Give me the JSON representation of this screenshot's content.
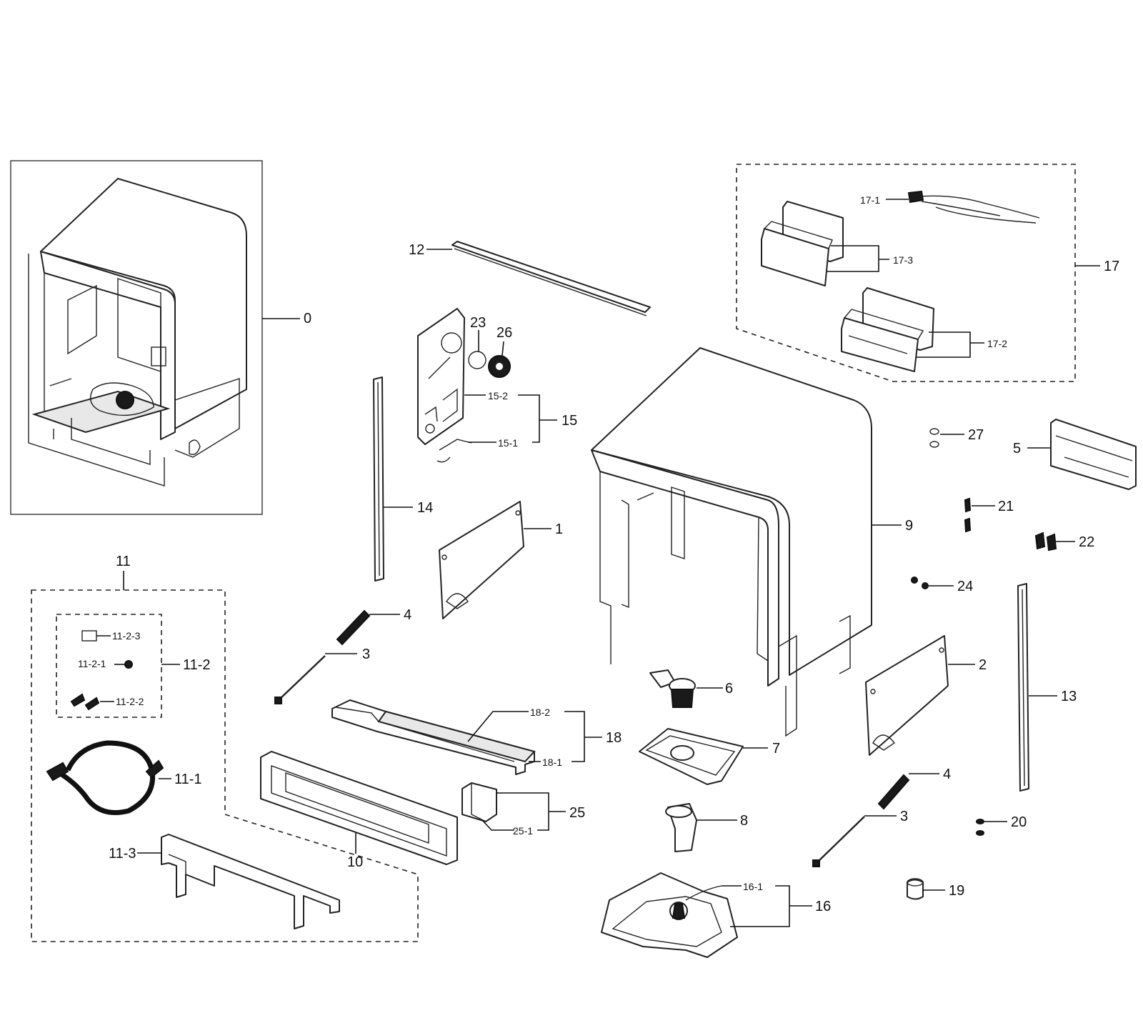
{
  "labels": {
    "l0": "0",
    "l1": "1",
    "l2": "2",
    "l3a": "3",
    "l3b": "3",
    "l4a": "4",
    "l4b": "4",
    "l5": "5",
    "l6": "6",
    "l7": "7",
    "l8": "8",
    "l9": "9",
    "l10": "10",
    "l11": "11",
    "l11_1": "11-1",
    "l11_2": "11-2",
    "l11_2_1": "11-2-1",
    "l11_2_2": "11-2-2",
    "l11_2_3": "11-2-3",
    "l11_3": "11-3",
    "l12": "12",
    "l13": "13",
    "l14": "14",
    "l15": "15",
    "l15_1": "15-1",
    "l15_2": "15-2",
    "l16": "16",
    "l16_1": "16-1",
    "l17": "17",
    "l17_1": "17-1",
    "l17_2": "17-2",
    "l17_3": "17-3",
    "l18": "18",
    "l18_1": "18-1",
    "l18_2": "18-2",
    "l19": "19",
    "l20": "20",
    "l21": "21",
    "l22": "22",
    "l23": "23",
    "l24": "24",
    "l25": "25",
    "l25_1": "25-1",
    "l26": "26",
    "l27": "27"
  }
}
